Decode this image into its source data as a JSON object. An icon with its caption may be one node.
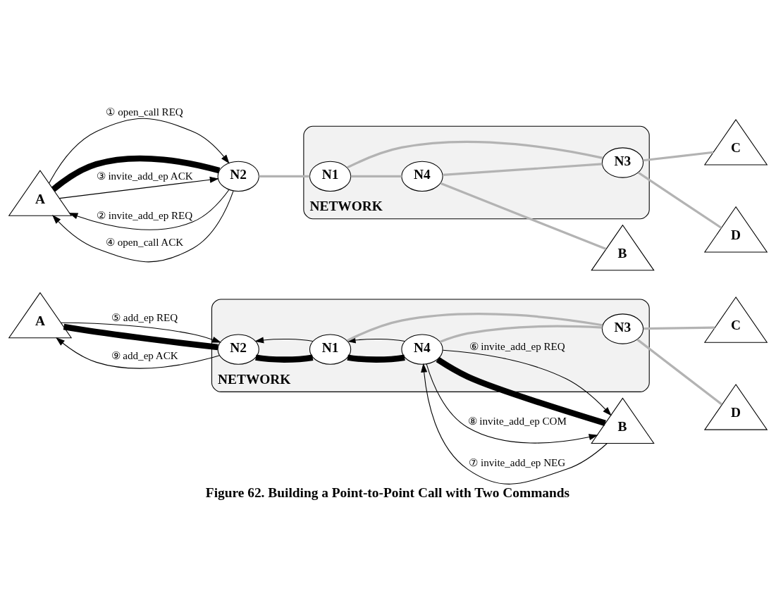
{
  "diagram": {
    "caption": "Figure 62. Building a Point-to-Point Call with Two Commands",
    "nodes": [
      {
        "text": [
          "A"
        ]
      },
      {
        "text": [
          "NETWORK"
        ]
      },
      {
        "text": [
          "N2"
        ]
      },
      {
        "text": [
          "N4"
        ],
        "in": 1
      },
      {
        "text": [
          "N1"
        ],
        "in": 1
      },
      {
        "text": [
          "B"
        ]
      },
      {
        "text": [
          "N3"
        ],
        "in": 1
      },
      {
        "text": [
          "C"
        ]
      },
      {
        "text": [
          "D"
        ]
      },
      {
        "text": [
          "A"
        ]
      },
      {
        "text": [
          "NETWORK"
        ]
      },
      {
        "text": [
          "N2"
        ],
        "in": 10
      },
      {
        "text": [
          "N4"
        ],
        "in": 10
      },
      {
        "text": [
          "B"
        ]
      },
      {
        "text": [
          "N1"
        ],
        "in": 10
      },
      {
        "text": [
          "N3"
        ],
        "in": 10
      },
      {
        "text": [
          "C"
        ]
      },
      {
        "text": [
          "D"
        ]
      }
    ],
    "edges": [
      {
        "from": 0,
        "to": 2,
        "arrow": "to",
        "label": "① open_call REQ"
      },
      {
        "from": 2,
        "to": 0,
        "arrow": "to",
        "label": "② invite_add_ep REQ"
      },
      {
        "from": 0,
        "to": 2,
        "arrow": "none",
        "style": "thick"
      },
      {
        "from": 0,
        "to": 2,
        "arrow": "to",
        "label": "③ invite_add_ep ACK"
      },
      {
        "from": 2,
        "to": 0,
        "arrow": "to",
        "label": "④ open_call ACK"
      },
      {
        "from": 2,
        "to": 4,
        "arrow": "none",
        "color": "#b3b3b3"
      },
      {
        "from": 4,
        "to": 3,
        "arrow": "none",
        "color": "#b3b3b3"
      },
      {
        "from": 3,
        "to": 5,
        "arrow": "none",
        "color": "#b3b3b3"
      },
      {
        "from": 3,
        "to": 6,
        "arrow": "none",
        "color": "#b3b3b3"
      },
      {
        "from": 6,
        "to": 7,
        "arrow": "none",
        "color": "#b3b3b3"
      },
      {
        "from": 4,
        "to": 6,
        "arrow": "none",
        "color": "#b3b3b3"
      },
      {
        "from": 6,
        "to": 8,
        "arrow": "none",
        "color": "#b3b3b3"
      },
      {
        "from": 9,
        "to": 11,
        "arrow": "to",
        "label": "⑤ add_ep REQ"
      },
      {
        "from": 9,
        "to": 11,
        "arrow": "none",
        "style": "thick"
      },
      {
        "from": 11,
        "to": 9,
        "arrow": "to",
        "label": "⑨ add_ep ACK"
      },
      {
        "from": 11,
        "to": 14,
        "arrow": "none",
        "style": "thick"
      },
      {
        "from": 14,
        "to": 11,
        "arrow": "to"
      },
      {
        "from": 14,
        "to": 12,
        "arrow": "none",
        "style": "thick"
      },
      {
        "from": 12,
        "to": 14,
        "arrow": "to"
      },
      {
        "from": 12,
        "to": 13,
        "arrow": "to",
        "label": "⑥ invite_add_ep REQ"
      },
      {
        "from": 12,
        "to": 13,
        "arrow": "none",
        "style": "thick"
      },
      {
        "from": 13,
        "to": 12,
        "arrow": "to",
        "label": "⑦ invite_add_ep NEG"
      },
      {
        "from": 12,
        "to": 13,
        "arrow": "to",
        "label": "⑧ invite_add_ep COM"
      },
      {
        "from": 14,
        "to": 15,
        "arrow": "none",
        "color": "#b3b3b3"
      },
      {
        "from": 15,
        "to": 17,
        "arrow": "none",
        "color": "#b3b3b3"
      },
      {
        "from": 12,
        "to": 15,
        "arrow": "none",
        "color": "#b3b3b3"
      },
      {
        "from": 15,
        "to": 16,
        "arrow": "none",
        "color": "#b3b3b3"
      }
    ]
  }
}
